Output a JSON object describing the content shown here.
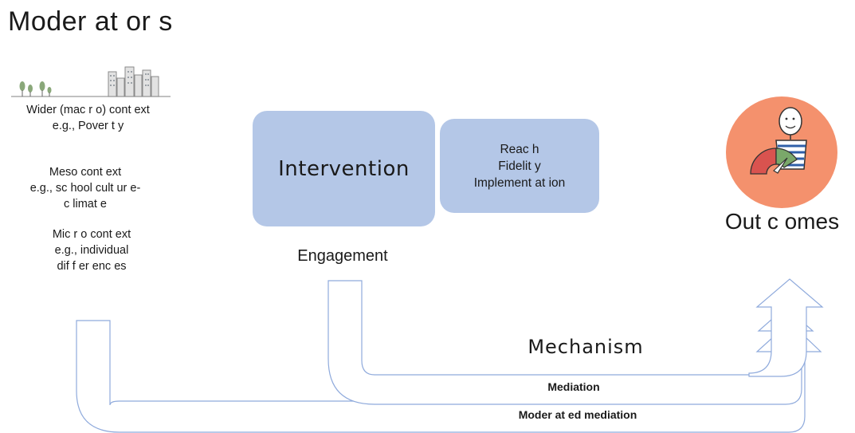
{
  "title": "Moder at or s",
  "contexts": {
    "macro": {
      "line1": "Wider  (mac r o)  cont ext",
      "line2": "e.g., Pover t y"
    },
    "meso": {
      "line1": "Meso cont ext",
      "line2": "e.g., sc hool cult ur e-",
      "line3": "c limat e"
    },
    "micro": {
      "line1": "Mic r o cont ext",
      "line2": "e.g., individual",
      "line3": "dif f er enc es"
    }
  },
  "intervention": {
    "label": "Intervention"
  },
  "engagement": {
    "items": [
      "Reac h",
      "Fidelit y",
      "Implement at ion"
    ],
    "label": "Engagement"
  },
  "outcomes": {
    "label": "Out c omes"
  },
  "pathways": {
    "mechanism": "Mechanism",
    "mediation": "Mediation",
    "moderated_mediation": "Moder at ed mediation"
  },
  "colors": {
    "box_fill": "#b4c7e7",
    "arrow_stroke": "#8faadc",
    "outcome_circle": "#f4916d"
  }
}
